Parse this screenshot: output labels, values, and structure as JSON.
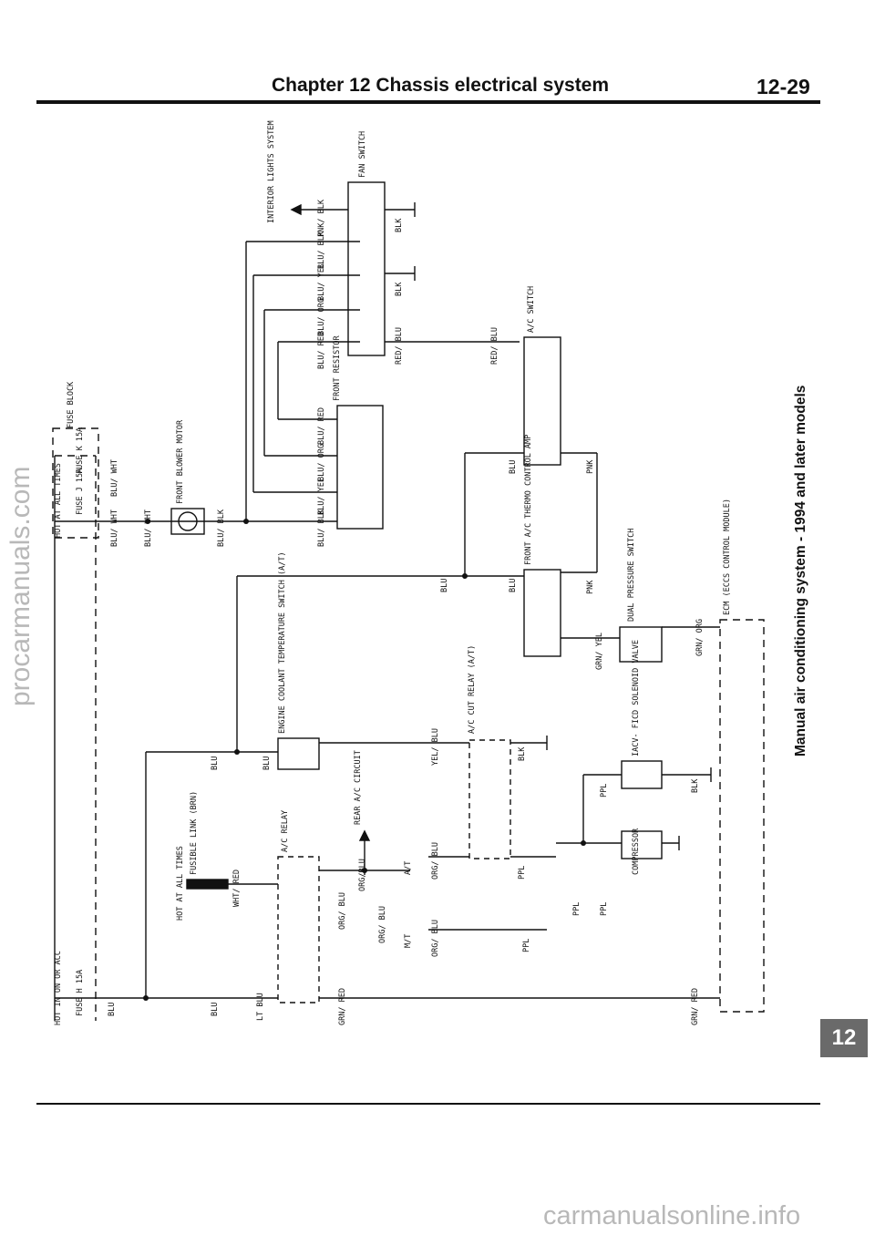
{
  "header": {
    "chapter_title": "Chapter 12  Chassis electrical system",
    "page_number": "12-29"
  },
  "side_caption": "Manual air conditioning system - 1994 and later models",
  "watermark_left": "procarmanuals.com",
  "watermark_bottom": "carmanualsonline.info",
  "section_tab": "12",
  "diagram": {
    "components": {
      "fuse_block": "FUSE BLOCK",
      "hot_at_all_times": "HOT AT ALL TIMES",
      "fuse_k": "FUSE K 15A",
      "fuse_j": "FUSE J 15A",
      "front_blower_motor": "FRONT BLOWER MOTOR",
      "fan_switch": "FAN SWITCH",
      "interior_lights": "INTERIOR LIGHTS SYSTEM",
      "front_resistor": "FRONT RESISTOR",
      "ac_switch": "A/C SWITCH",
      "front_thermo_amp": "FRONT A/C THERMO CONTROL AMP",
      "dual_pressure_switch": "DUAL PRESSURE SWITCH",
      "ecm": "ECM (ECCS CONTROL MODULE)",
      "engine_coolant_switch": "ENGINE COOLANT TEMPERATURE SWITCH (A/T)",
      "ac_cut_relay": "A/C CUT RELAY (A/T)",
      "iacv_valve": "IACV- FICD SOLENOID VALVE",
      "compressor": "COMPRESSOR",
      "rear_ac_circuit": "REAR A/C CIRCUIT",
      "hot_at_all_times_2": "HOT AT ALL TIMES",
      "fusible_link": "FUSIBLE LINK (BRN)",
      "ac_relay": "A/C RELAY",
      "hot_in_on": "HOT IN ON OR ACC",
      "fuse_h": "FUSE H 15A",
      "at": "A/T",
      "mt": "M/T"
    },
    "wires": {
      "blu_wht": "BLU/ WHT",
      "blu_blk": "BLU/ BLK",
      "blu_yel": "BLU/ YEL",
      "blu_org": "BLU/ ORG",
      "blu_red": "BLU/ RED",
      "pnk_blk": "PNK/ BLK",
      "blk": "BLK",
      "red_blu": "RED/ BLU",
      "blu": "BLU",
      "pnk": "PNK",
      "grn_yel": "GRN/ YEL",
      "grn_org": "GRN/ ORG",
      "yel_blu": "YEL/ BLU",
      "ppl": "PPL",
      "org_blu": "ORG/ BLU",
      "org_slash_blu": "ORG/BLU",
      "wht_red": "WHT/ RED",
      "lt_blu": "LT BLU",
      "grn_red": "GRN/ RED"
    }
  }
}
